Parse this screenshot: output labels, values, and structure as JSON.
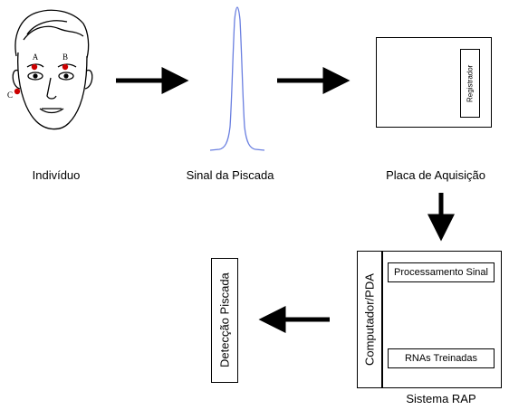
{
  "stages": {
    "individuo": "Indivíduo",
    "sinal": "Sinal da Piscada",
    "placa": "Placa de Aquisição",
    "sistema": "Sistema RAP"
  },
  "face_points": {
    "a": "A",
    "b": "B",
    "c": "C"
  },
  "board": {
    "register_label": "Registrador"
  },
  "system": {
    "computer_label": "Computador/PDA",
    "processing_label": "Processamento Sinal",
    "trained_label": "RNAs Treinadas"
  },
  "output": {
    "detection_label": "Detecção Piscada"
  },
  "colors": {
    "electrode": "#cc0000",
    "signal": "#6a7fe0",
    "arrow": "#000000"
  }
}
